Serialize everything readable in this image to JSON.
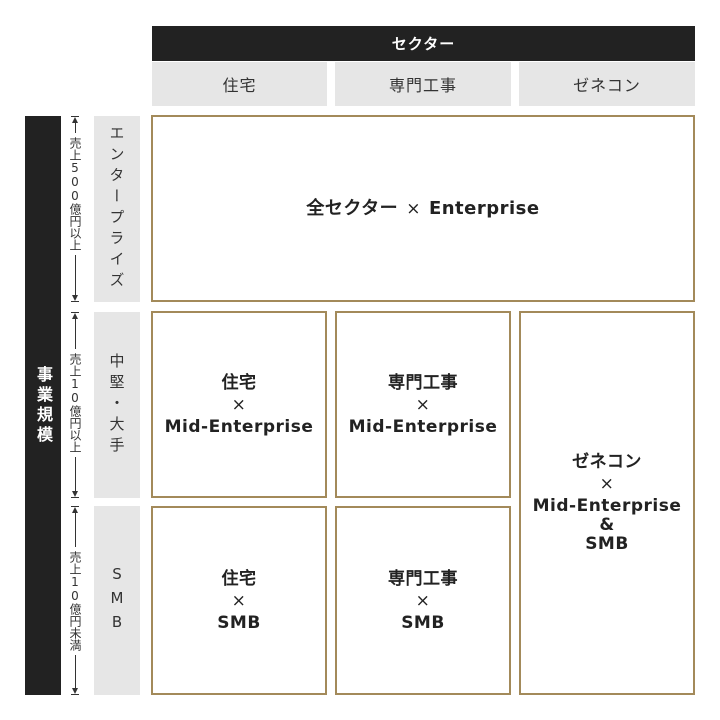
{
  "header": {
    "title": "セクター",
    "sectors": [
      "住宅",
      "専門工事",
      "ゼネコン"
    ]
  },
  "axis": {
    "title": "事業規模",
    "rows": [
      {
        "label": "エンタープライズ",
        "range": "売上500億円以上"
      },
      {
        "label": "中堅・大手",
        "range": "売上10億円以上"
      },
      {
        "label": "SMB",
        "range": "売上10億円未満"
      }
    ]
  },
  "symbols": {
    "times": "×",
    "ampersand": "&"
  },
  "cells": {
    "enterprise": {
      "left": "全セクター",
      "right": "Enterprise"
    },
    "housing_mid": {
      "line1": "住宅",
      "line3": "Mid-Enterprise"
    },
    "specialty_mid": {
      "line1": "専門工事",
      "line3": "Mid-Enterprise"
    },
    "gc": {
      "line1": "ゼネコン",
      "line3": "Mid-Enterprise",
      "line5": "SMB"
    },
    "housing_smb": {
      "line1": "住宅",
      "line3": "SMB"
    },
    "specialty_smb": {
      "line1": "専門工事",
      "line3": "SMB"
    }
  },
  "colors": {
    "dark": "#222222",
    "gray": "#e6e6e6",
    "gold": "#a38a5a"
  }
}
